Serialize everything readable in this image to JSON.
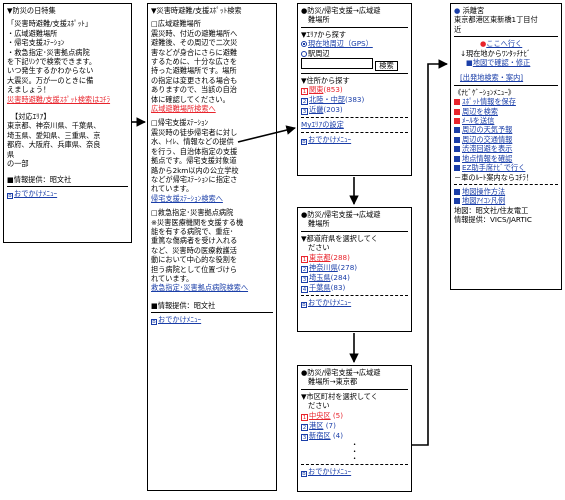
{
  "screen1": {
    "title": "▼防災の日特集",
    "lines": [
      "「災害時避難/支援ｽﾎﾟｯﾄ」",
      "・広域避難場所",
      "・帰宅支援ｽﾃｰｼｮﾝ",
      "・救急指定･災害拠点病院",
      "を下記ﾘﾝｸで検索できます。",
      "いつ発生するかわからない",
      "大震災。万が一のときに備",
      "えましょう！"
    ],
    "link": "災害時避難/支援ｽﾎﾟｯﾄ検索はｺﾁﾗ",
    "area_title": "【対応ｴﾘｱ】",
    "area_lines": [
      "東京都、神奈川県、千葉県、",
      "埼玉県、愛知県、三重県、京",
      "都府、大阪府、兵庫県、奈良",
      "県"
    ],
    "area_note": "の一部",
    "info": "■情報提供：昭文社",
    "footer": "おでかけﾒﾆｭｰ"
  },
  "screen2": {
    "title": "▼災害時避難/支援ｽﾎﾟｯﾄ検索",
    "s1_head": "□広域避難場所",
    "s1_body": [
      "震災時、付近の避難場所へ",
      "避難後、その周辺で二次災",
      "害などが身合にさらに避難",
      "するために、十分な広さを",
      "持った避難場所です。場所",
      "の指定は変更される場合も",
      "ありますので、当該の自治",
      "体に確認してください。"
    ],
    "s1_link": "広域避難場所検索へ",
    "s2_head": "□帰宅支援ｽﾃｰｼｮﾝ",
    "s2_body": [
      "震災時の徒歩帰宅者に対し",
      "水、ﾄｲﾚ、情報などの提供",
      "を行う、自治体指定の支援",
      "拠点です。帰宅支援対象道",
      "路から2km以内の公立学校",
      "などが帰宅ｽﾃｰｼｮﾝに指定さ",
      "れています。"
    ],
    "s2_link": "帰宅支援ｽﾃｰｼｮﾝ検索へ",
    "s3_head": "□救急指定･災害拠点病院",
    "s3_body": [
      "※災害医療機関を支援する機",
      "能を有する病院で、重症･",
      "重篤な傷病者を受け入れる",
      "など、災害時の医療救護活",
      "動において中心的な役割を",
      "担う病院として位置づけら",
      "れています。"
    ],
    "s3_link": "救急指定･災害拠点病院検索へ",
    "info": "■情報提供：昭文社",
    "footer": "おでかけﾒﾆｭｰ"
  },
  "screen3": {
    "title": [
      "●防災/帰宅支援→広域避",
      "難場所"
    ],
    "subtitle": "▼ｴﾘｱから探す",
    "radio1": "現在地周辺（GPS）",
    "radio2": "駅周辺",
    "search_button": "検索",
    "pref_head": "▼住所から探す",
    "prefs": [
      {
        "num": "1",
        "name": "関東",
        "count": "(853)",
        "red": true
      },
      {
        "num": "2",
        "name": "北陸・中部",
        "count": "(383)",
        "red": false
      },
      {
        "num": "3",
        "name": "近畿",
        "count": "(203)",
        "red": false
      }
    ],
    "my_area": "Myｴﾘｱの設定",
    "footer": "おでかけﾒﾆｭｰ"
  },
  "screen4": {
    "title": [
      "●防災/帰宅支援→広域避",
      "難場所"
    ],
    "subtitle": [
      "▼都道府県を選択してく",
      "ださい"
    ],
    "items": [
      {
        "num": "1",
        "name": "東京都",
        "count": "(288)",
        "red": true
      },
      {
        "num": "2",
        "name": "神奈川県",
        "count": "(278)",
        "red": false
      },
      {
        "num": "3",
        "name": "埼玉県",
        "count": "(284)",
        "red": false
      },
      {
        "num": "4",
        "name": "千葉県",
        "count": "(83)",
        "red": false
      }
    ],
    "footer": "おでかけﾒﾆｭｰ"
  },
  "screen5": {
    "title": [
      "●防災/帰宅支援→広域避",
      "難場所→東京都"
    ],
    "subtitle": [
      "▼市区町村を選択してく",
      "ださい"
    ],
    "items": [
      {
        "num": "1",
        "name": "中央区",
        "count": "(5)",
        "red": true
      },
      {
        "num": "2",
        "name": "港区",
        "count": "(7)",
        "red": false
      },
      {
        "num": "3",
        "name": "新宿区",
        "count": "(4)",
        "red": false
      }
    ],
    "dots": [
      "・",
      "・",
      "・"
    ],
    "footer": "おでかけﾒﾆｭｰ"
  },
  "screen6": {
    "name": "浜離宮",
    "address": [
      "東京都港区東新橋1丁目付",
      "近"
    ],
    "nav_link": "ここへ行く",
    "gps_line": "↓現在地からﾜﾝﾀｯﾁﾅﾋﾞ",
    "gps_link": "地図で確認・修正",
    "nearby": "[出発地検索・案内]",
    "menu_head": "《ﾅﾋﾞｹﾞｰｼｮﾝﾒﾆｭｰ》",
    "menu": [
      {
        "label": "ｽﾎﾟｯﾄ情報を保存",
        "color": "#e8242c"
      },
      {
        "label": "周辺を検索",
        "color": "#e8242c"
      },
      {
        "label": "ﾒｰﾙを送信",
        "color": "#e8242c"
      },
      {
        "label": "周辺の天気予報",
        "color": "#1a3ea8"
      },
      {
        "label": "周辺の交通情報",
        "color": "#1a3ea8"
      },
      {
        "label": "渋滞回避を表示",
        "color": "#1a3ea8"
      },
      {
        "label": "地点情報を確認",
        "color": "#1a3ea8"
      },
      {
        "label": "EZ助手席ﾅﾋﾞで行く",
        "color": "#1a3ea8"
      }
    ],
    "car_note": "－車のﾙｰﾄ案内ならｺﾁﾗ！",
    "help": "地図操作方法",
    "legend": "地図ｱｲｺﾝ凡例",
    "credit1": "地図：昭文社/住友電工",
    "credit2": "情報提供：VICS/JARTIC"
  }
}
